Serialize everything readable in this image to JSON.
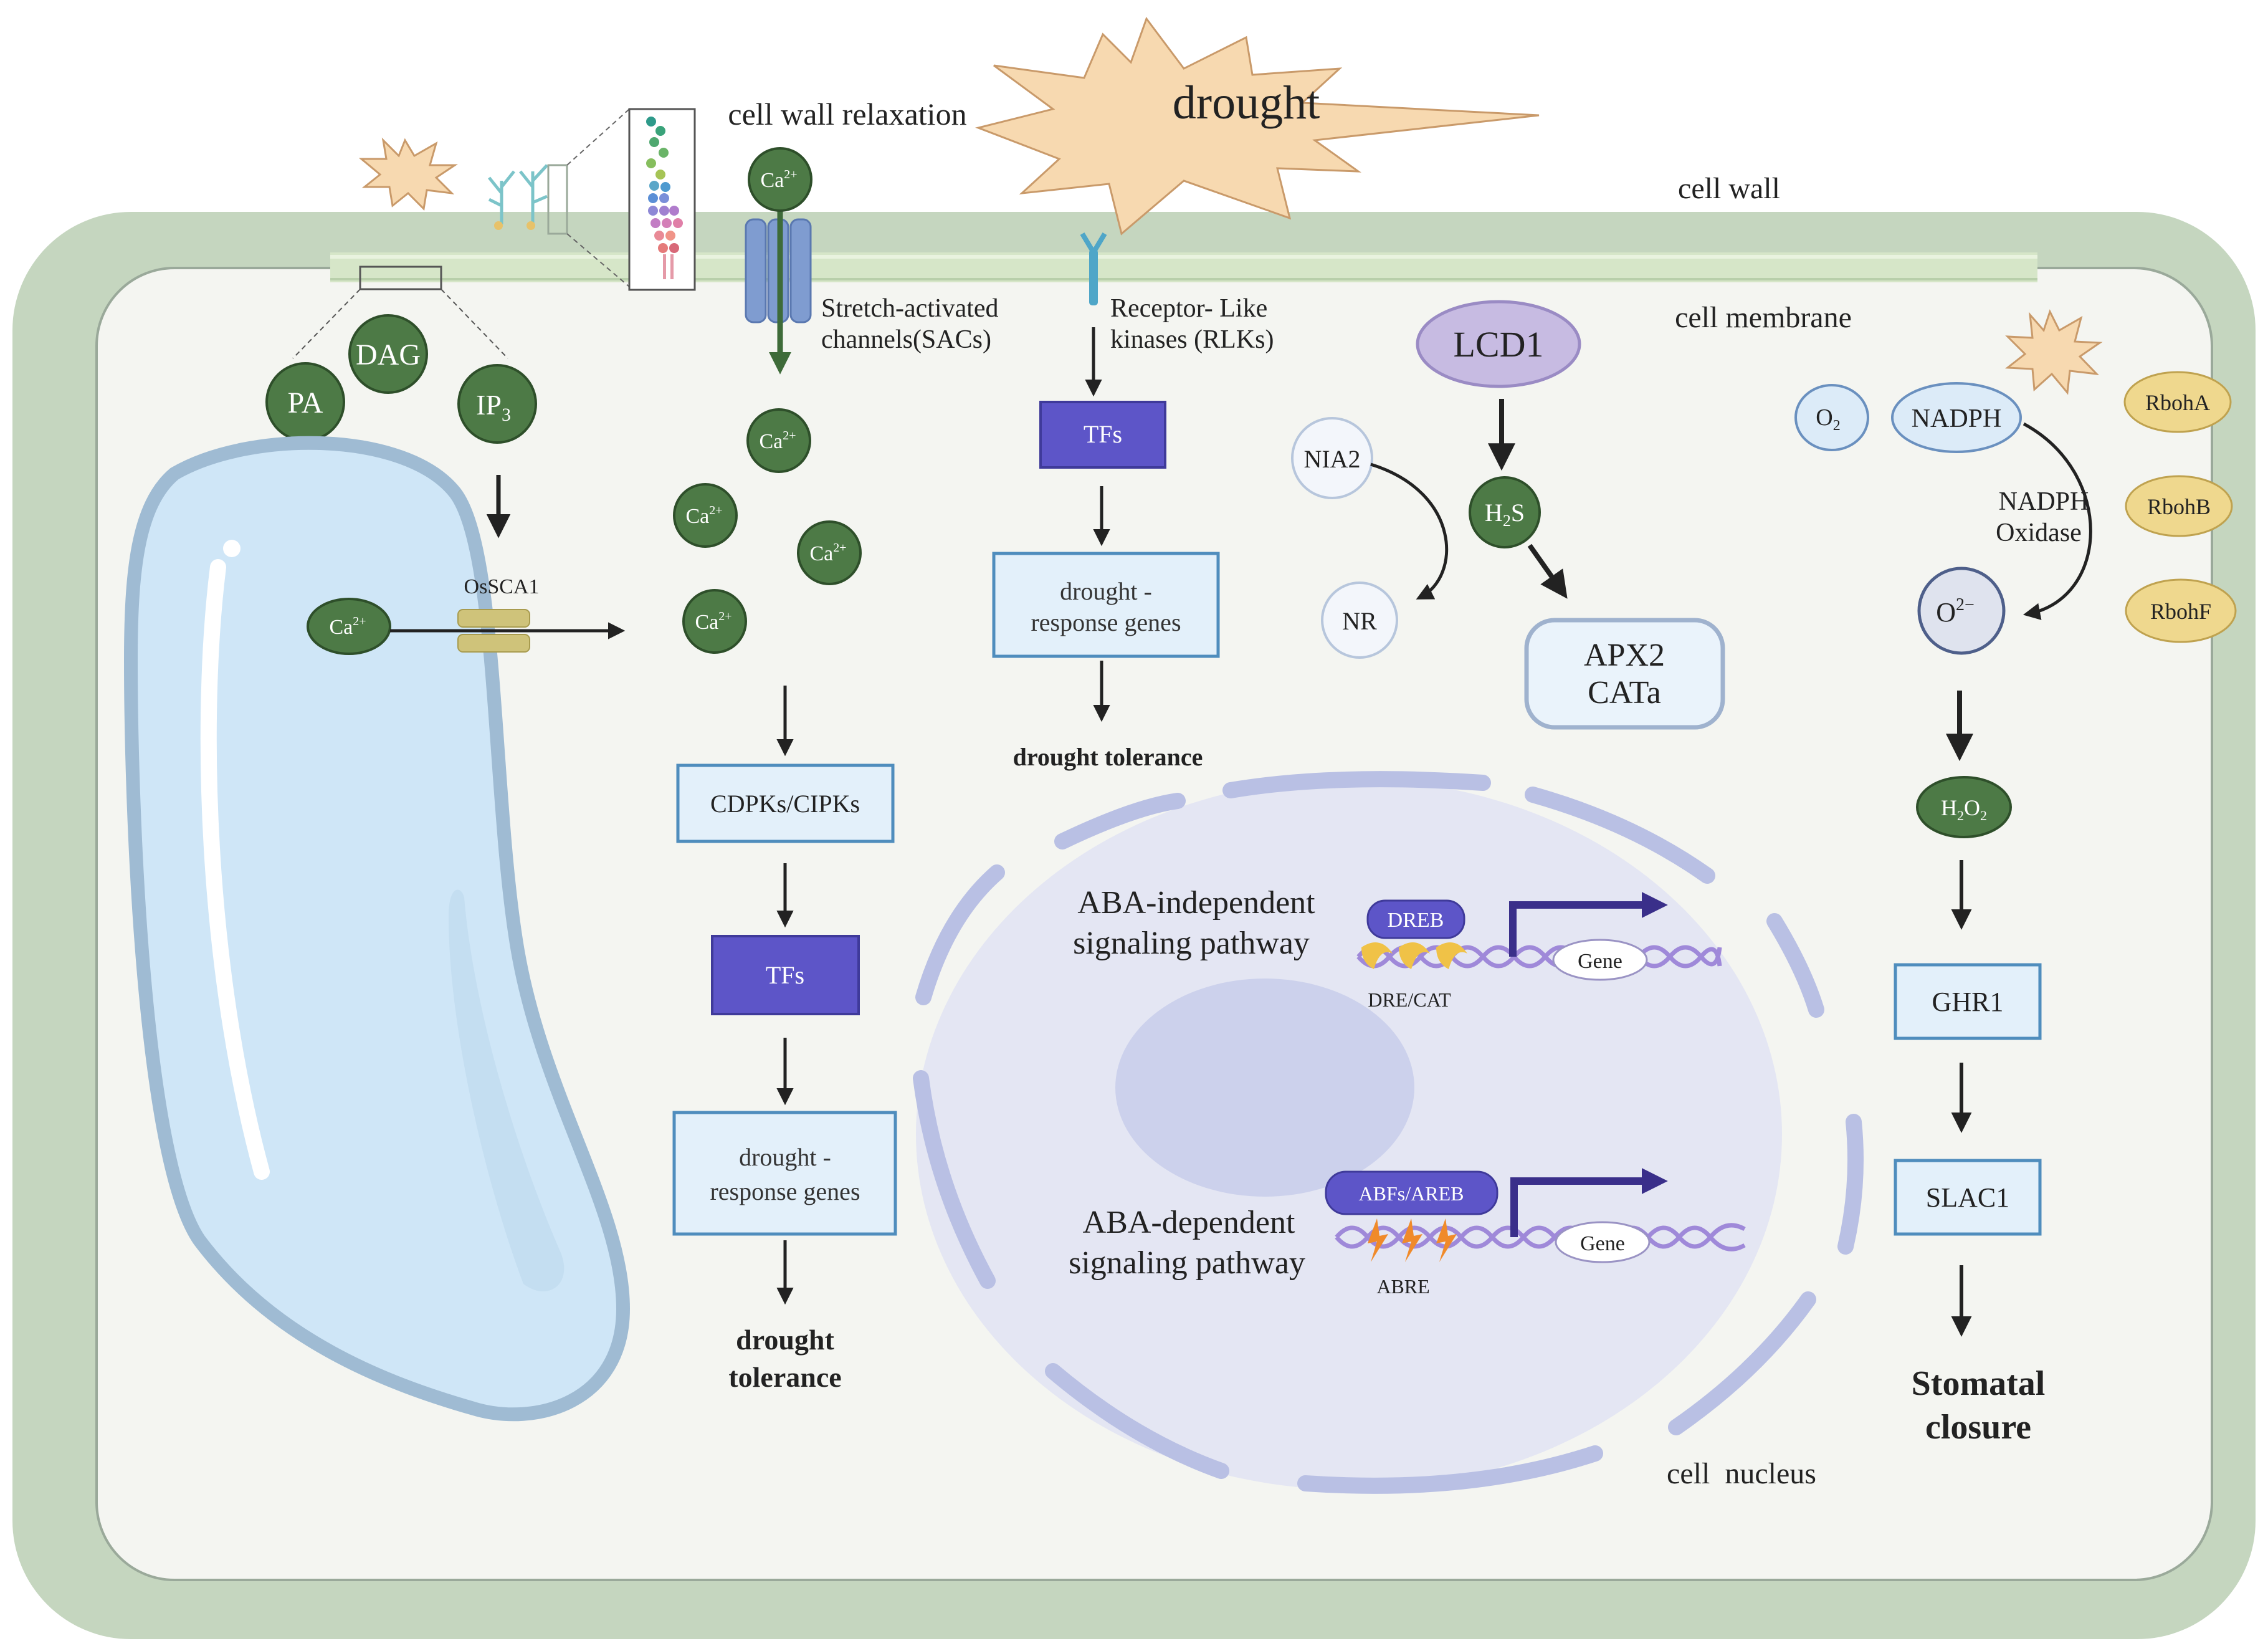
{
  "title": "drought",
  "labels": {
    "cell_wall_relaxation": "cell wall relaxation",
    "cell_wall": "cell wall",
    "cell_membrane": "cell membrane",
    "cell_nucleus": "cell  nucleus",
    "sacs_line1": "Stretch-activated",
    "sacs_line2": "channels(SACs)",
    "rlk_line1": "Receptor- Like",
    "rlk_line2": "kinases (RLKs)",
    "nadph_oxidase_line1": "NADPH",
    "nadph_oxidase_line2": "Oxidase",
    "dre_cat": "DRE/CAT",
    "abre": "ABRE",
    "aba_independent_line1": "ABA-independent",
    "aba_independent_line2": "signaling pathway",
    "aba_dependent_line1": "ABA-dependent",
    "aba_dependent_line2": "signaling pathway"
  },
  "molecules": {
    "pa": "PA",
    "dag": "DAG",
    "ip3_base": "IP",
    "ip3_sub": "3",
    "ca_base": "Ca",
    "ca_sup": "2+",
    "oscsa1": "OsSCA1",
    "lcd1": "LCD1",
    "nia2": "NIA2",
    "nr": "NR",
    "h2s_base": "H",
    "h2s_sub": "2",
    "h2s_tail": "S",
    "o2_base": "O",
    "o2_sub": "2",
    "nadph": "NADPH",
    "superoxide_base": "O",
    "superoxide_sup": "2−",
    "h2o2_base1": "H",
    "h2o2_sub1": "2",
    "h2o2_base2": "O",
    "h2o2_sub2": "2",
    "rbohA": "RbohA",
    "rbohB": "RbohB",
    "rbohF": "RbohF",
    "dreb": "DREB",
    "abfs_areb": "ABFs/AREB",
    "gene": "Gene"
  },
  "boxes": {
    "apx2_cata_line1": "APX2",
    "apx2_cata_line2": "CATa",
    "tfs_rlk": "TFs",
    "tfs_ca": "TFs",
    "cdpks_cipks": "CDPKs/CIPKs",
    "drg_rlk_line1": "drought -",
    "drg_rlk_line2": "response genes",
    "drg_ca_line1": "drought -",
    "drg_ca_line2": "response genes",
    "ghr1": "GHR1",
    "slac1": "SLAC1"
  },
  "outcomes": {
    "drought_tolerance_rlk": "drought tolerance",
    "drought_tolerance_ca_line1": "drought",
    "drought_tolerance_ca_line2": "tolerance",
    "stomatal_closure_line1": "Stomatal",
    "stomatal_closure_line2": "closure"
  },
  "colors": {
    "cell_wall": "#c5d6bf",
    "cytoplasm": "#f4f5f1",
    "membrane": "#d6e6c8",
    "vacuole": "#cfe6f7",
    "vacuole_edge": "#9fbbd3",
    "molecule_green": "#4d7a46",
    "tf_purple": "#5d55c8",
    "pale_box": "#e3f0fa",
    "box_edge": "#4f8dbd",
    "nucleus": "#e4e6f3",
    "nuclear_envelope": "#b9c0e4",
    "nucleolus": "#ccd1ec",
    "rboh_fill": "#efd88e",
    "burst": "#f7d9b0",
    "burst_edge": "#c99a6a",
    "arrow": "#222222",
    "dna": "#9f89d9",
    "lightning": "#f08a2a"
  }
}
